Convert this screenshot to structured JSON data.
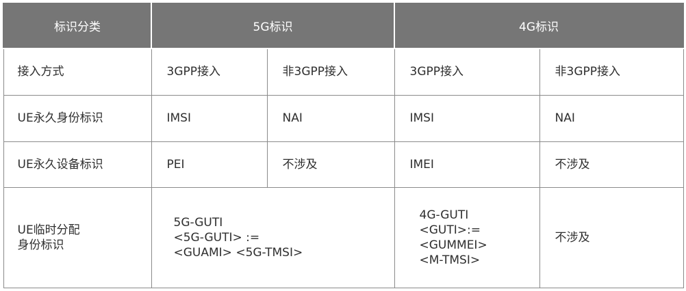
{
  "header": {
    "col0": "标识分类",
    "col_5g": "5G标识",
    "col_4g": "4G标识"
  },
  "rows": {
    "access": {
      "label": "接入方式",
      "g5_3gpp": "3GPP接入",
      "g5_non3gpp": "非3GPP接入",
      "g4_3gpp": "3GPP接入",
      "g4_non3gpp": "非3GPP接入"
    },
    "permanent_id": {
      "label": "UE永久身份标识",
      "g5_3gpp": "IMSI",
      "g5_non3gpp": "NAI",
      "g4_3gpp": "IMSI",
      "g4_non3gpp": "NAI"
    },
    "device_id": {
      "label": "UE永久设备标识",
      "g5_3gpp": "PEI",
      "g5_non3gpp": "不涉及",
      "g4_3gpp": "IMEI",
      "g4_non3gpp": "不涉及"
    },
    "temp_id": {
      "label_line1": "UE临时分配",
      "label_line2": "身份标识",
      "g5_line1": "5G-GUTI",
      "g5_line2": "<5G-GUTI> :=",
      "g5_line3": "<GUAMI> <5G-TMSI>",
      "g4_line1": "4G-GUTI",
      "g4_line2": "<GUTI>:=",
      "g4_line3": "<GUMMEI>",
      "g4_line4": "<M-TMSI>",
      "g4_non3gpp": "不涉及"
    }
  },
  "colors": {
    "header_bg": "#767676",
    "header_text": "#ffffff",
    "border": "#8a8a8a"
  }
}
